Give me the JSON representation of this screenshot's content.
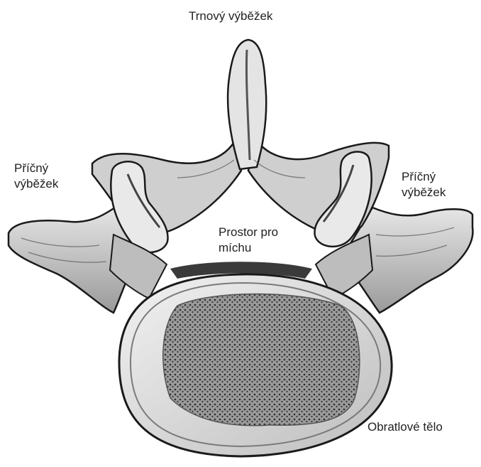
{
  "labels": {
    "spinous_process": "Trnový výběžek",
    "transverse_left": [
      "Příčný",
      "výběžek"
    ],
    "transverse_right": [
      "Příčný",
      "výběžek"
    ],
    "spinal_canal": [
      "Prostor pro",
      "míchu"
    ],
    "vertebral_body": "Obratlové tělo"
  },
  "colors": {
    "background": "#ffffff",
    "bone_fill": "#d9d9d9",
    "bone_shadow": "#6e6e6e",
    "outline": "#1a1a1a",
    "cancellous": "#8c8c8c"
  }
}
